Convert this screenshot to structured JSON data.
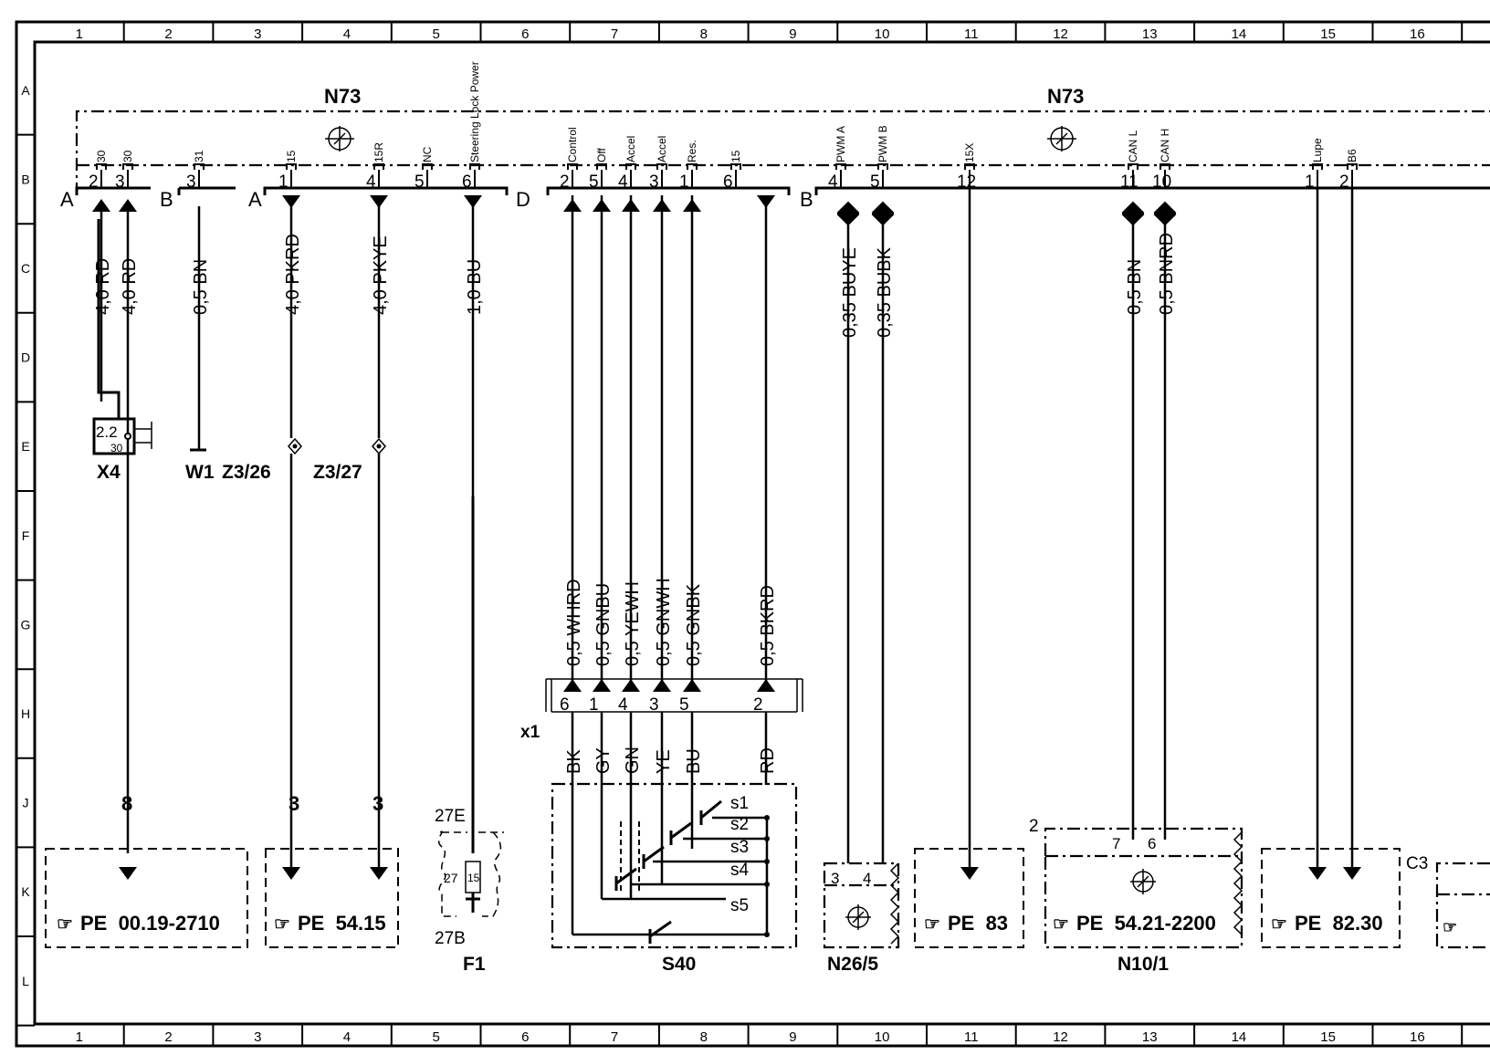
{
  "grid": {
    "cols": [
      "1",
      "2",
      "3",
      "4",
      "5",
      "6",
      "7",
      "8",
      "9",
      "10",
      "11",
      "12",
      "13",
      "14",
      "15",
      "16"
    ],
    "rows": [
      "A",
      "B",
      "C",
      "D",
      "E",
      "F",
      "G",
      "H",
      "J",
      "K",
      "L"
    ]
  },
  "modules": {
    "left": "N73",
    "right": "N73"
  },
  "connector_letters": {
    "a1": "A",
    "b1": "B",
    "a2": "A",
    "d": "D",
    "b2": "B"
  },
  "pins": [
    {
      "id": "p1",
      "name": "30",
      "num": "2"
    },
    {
      "id": "p2",
      "name": "30",
      "num": "3"
    },
    {
      "id": "p3",
      "name": "31",
      "num": "3"
    },
    {
      "id": "p4",
      "name": "15",
      "num": "1"
    },
    {
      "id": "p5",
      "name": "15R",
      "num": "4"
    },
    {
      "id": "p6",
      "name": "NC",
      "num": "5"
    },
    {
      "id": "p7",
      "name": "Steering Lock Power",
      "num": "6"
    },
    {
      "id": "p8",
      "name": "Control",
      "num": "2"
    },
    {
      "id": "p9",
      "name": "Off",
      "num": "5"
    },
    {
      "id": "p10",
      "name": "Accel",
      "num": "4"
    },
    {
      "id": "p11",
      "name": "Accel",
      "num": "3"
    },
    {
      "id": "p12",
      "name": "Res.",
      "num": "1"
    },
    {
      "id": "p13",
      "name": "15",
      "num": "6"
    },
    {
      "id": "p14",
      "name": "PWM A",
      "num": "4"
    },
    {
      "id": "p15",
      "name": "PWM B",
      "num": "5"
    },
    {
      "id": "p16",
      "name": "15X",
      "num": "12"
    },
    {
      "id": "p17",
      "name": "CAN L",
      "num": "11"
    },
    {
      "id": "p18",
      "name": "CAN H",
      "num": "10"
    },
    {
      "id": "p19",
      "name": "Lupe",
      "num": "1"
    },
    {
      "id": "p20",
      "name": "B6",
      "num": "2"
    }
  ],
  "wires_top": [
    {
      "id": "w1",
      "label": "4,0 RD"
    },
    {
      "id": "w2",
      "label": "4,0 RD"
    },
    {
      "id": "w3",
      "label": "0,5 BN"
    },
    {
      "id": "w4",
      "label": "4,0 PKRD"
    },
    {
      "id": "w5",
      "label": "4,0 PKYE"
    },
    {
      "id": "w6",
      "label": "1,0 BU"
    },
    {
      "id": "w7",
      "label": "0,35 BUYE"
    },
    {
      "id": "w8",
      "label": "0,35 BUBK"
    },
    {
      "id": "w9",
      "label": "0,5 BN"
    },
    {
      "id": "w10",
      "label": "0,5 BNRD"
    }
  ],
  "wires_switch": [
    {
      "id": "s1",
      "label": "0,5 WHRD",
      "pin": "6",
      "color": "BK"
    },
    {
      "id": "s2",
      "label": "0,5 GNBU",
      "pin": "1",
      "color": "GY"
    },
    {
      "id": "s3",
      "label": "0,5 YEWH",
      "pin": "4",
      "color": "GN"
    },
    {
      "id": "s4",
      "label": "0,5 GNWH",
      "pin": "3",
      "color": "YE"
    },
    {
      "id": "s5",
      "label": "0,5 GNBK",
      "pin": "5",
      "color": "BU"
    },
    {
      "id": "s6",
      "label": "0,5 BKRD",
      "pin": "2",
      "color": "RD"
    }
  ],
  "components": {
    "x4": "X4",
    "x4_pin": "2.2",
    "x4_sub": "30",
    "w1": "W1",
    "z326": "Z3/26",
    "z327": "Z3/27",
    "x1": "x1",
    "f1": "F1",
    "f1_top": "27E",
    "f1_bottom": "27B",
    "f1_num": "27",
    "f1_fuse": "15",
    "s40": "S40",
    "n265": "N26/5",
    "n265_p1": "3",
    "n265_p2": "4",
    "n101": "N10/1",
    "n101_p1": "7",
    "n101_p2": "6",
    "n101_side": "2",
    "c3": "C3"
  },
  "switch_labels": [
    "s1",
    "s2",
    "s3",
    "s4",
    "s5"
  ],
  "refs": {
    "r1_count": "8",
    "r1": "PE  00.19-2710",
    "r2_count": "3",
    "r2": "PE  54.15",
    "r3_count": "3",
    "r4": "PE  83",
    "r5": "PE  54.21-2200",
    "r6": "PE  82.30"
  },
  "icons": {
    "ref": "pointing-hand-icon",
    "module": "electronic-module-icon"
  }
}
